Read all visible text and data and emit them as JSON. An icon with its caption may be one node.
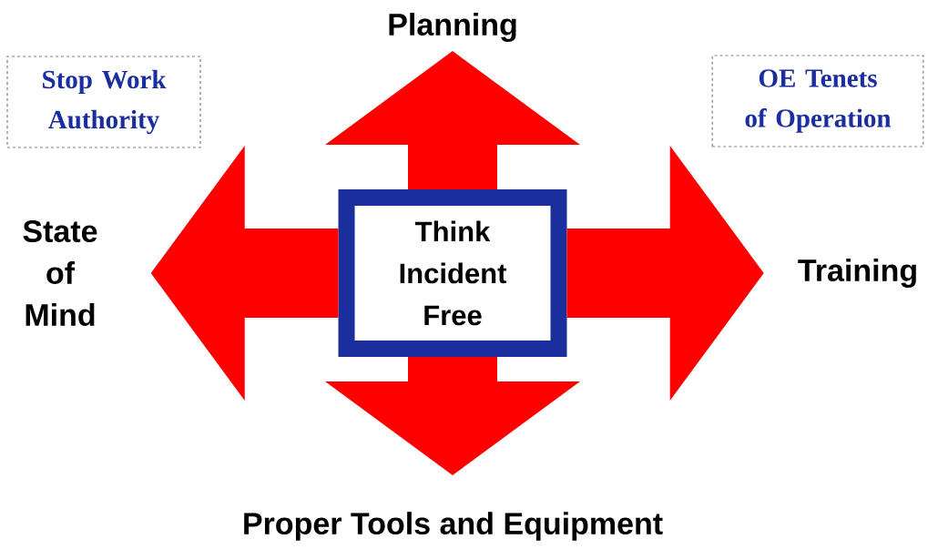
{
  "diagram": {
    "nodes": [
      {
        "text": [
          "Planning"
        ]
      },
      {
        "text": [
          "Stop Work Authority"
        ]
      },
      {
        "text": [
          "OE Tenets of Operation"
        ]
      },
      {
        "text": [
          "State of Mind"
        ]
      },
      {
        "text": [
          "Think Incident Free"
        ]
      },
      {
        "text": [
          "Training"
        ]
      },
      {
        "text": [
          "Proper Tools and Equipment"
        ]
      }
    ],
    "edges": [
      {
        "from": 4,
        "to": 0,
        "arrow": "to"
      },
      {
        "from": 4,
        "to": 3,
        "arrow": "to"
      },
      {
        "from": 4,
        "to": 5,
        "arrow": "to"
      },
      {
        "from": 4,
        "to": 6,
        "arrow": "to"
      }
    ]
  }
}
